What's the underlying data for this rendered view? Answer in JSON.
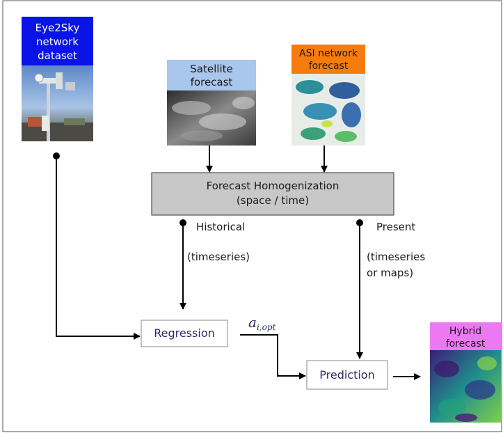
{
  "eye2sky": {
    "lines": [
      "Eye2Sky",
      "network",
      "dataset"
    ],
    "color": "#0a13e8"
  },
  "satellite": {
    "lines": [
      "Satellite",
      "forecast"
    ],
    "color": "#a9c6ec"
  },
  "asi": {
    "lines": [
      "ASI network",
      "forecast"
    ],
    "color": "#f77c0e"
  },
  "homogenization": {
    "lines": [
      "Forecast Homogenization",
      "(space / time)"
    ],
    "color": "#c8c8c8"
  },
  "historical": {
    "label": "Historical",
    "sub": "(timeseries)"
  },
  "present": {
    "label": "Present",
    "sub_lines": [
      "(timeseries",
      "or maps)"
    ]
  },
  "regression": {
    "label": "Regression"
  },
  "prediction": {
    "label": "Prediction"
  },
  "coefficient": {
    "symbol": "a",
    "subscript": "i,opt"
  },
  "hybrid": {
    "lines": [
      "Hybrid",
      "forecast"
    ],
    "color": "#ec79f2"
  }
}
